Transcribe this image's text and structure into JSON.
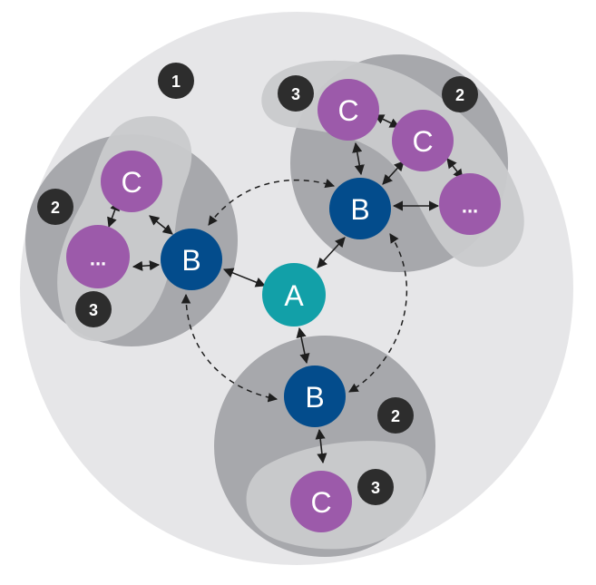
{
  "diagram": {
    "nodes": {
      "a": "A",
      "b_left": "B",
      "b_top_right": "B",
      "b_bottom": "B",
      "c_left": "C",
      "c_top_right_1": "C",
      "c_top_right_2": "C",
      "c_bottom": "C",
      "ellipsis_left": "...",
      "ellipsis_top_right": "..."
    },
    "badges": {
      "outer_level": "1",
      "left_group_level": "2",
      "left_inner_level": "3",
      "top_right_group_level": "2",
      "top_right_inner_level": "3",
      "bottom_group_level": "2",
      "bottom_inner_level": "3"
    },
    "colors": {
      "outer_circle": "#e6e6e8",
      "group_circle": "#a7a8ac",
      "inner_blob": "#c9cacc",
      "node_a": "#12a0a8",
      "node_b": "#034c8c",
      "node_c": "#9c5aaa",
      "badge": "#2d2d2d",
      "arrow": "#1e1e1e"
    }
  }
}
